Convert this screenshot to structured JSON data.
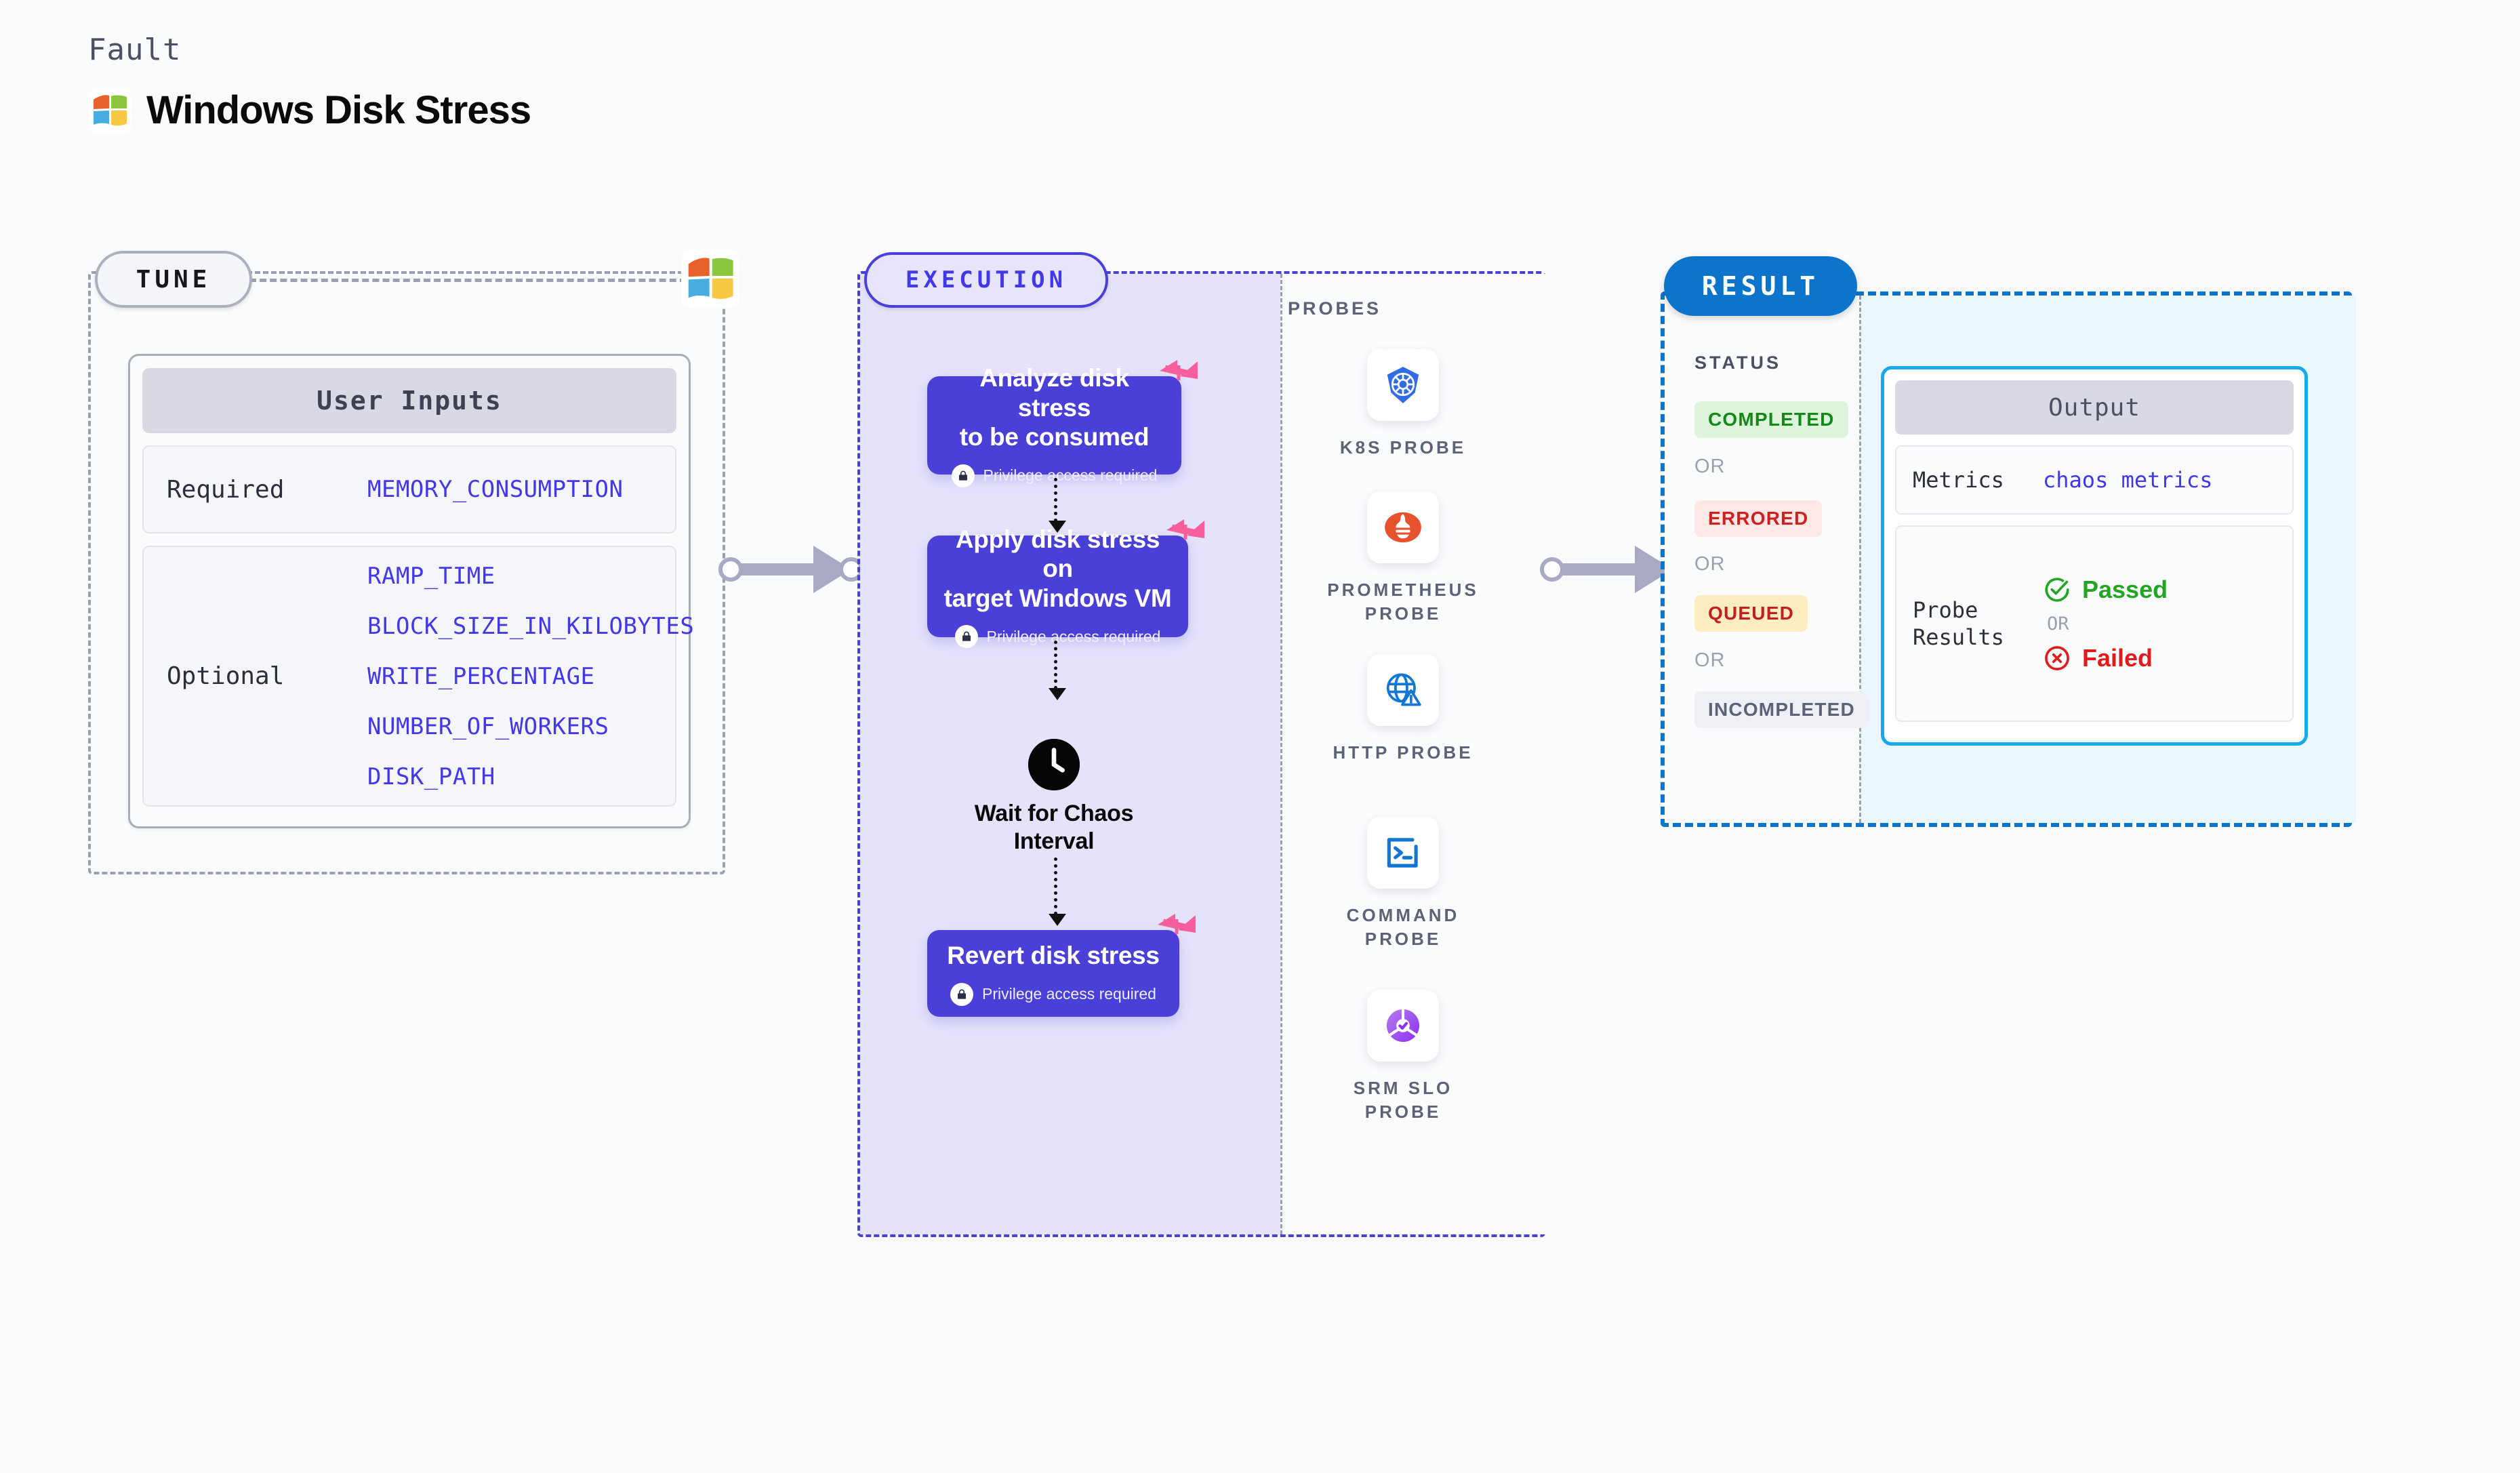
{
  "header": {
    "kicker": "Fault",
    "title": "Windows Disk Stress",
    "logo_icon": "windows-logo-icon"
  },
  "tune": {
    "badge": "TUNE",
    "logo_icon": "windows-logo-icon",
    "card_title": "User Inputs",
    "groups": [
      {
        "label": "Required",
        "params": [
          "MEMORY_CONSUMPTION"
        ]
      },
      {
        "label": "Optional",
        "params": [
          "RAMP_TIME",
          "BLOCK_SIZE_IN_KILOBYTES",
          "WRITE_PERCENTAGE",
          "NUMBER_OF_WORKERS",
          "DISK_PATH"
        ]
      }
    ]
  },
  "execution": {
    "badge": "EXECUTION",
    "privilege_note": "Privilege access required",
    "steps": [
      {
        "title_line1": "Analyze disk stress",
        "title_line2": "to be consumed",
        "privileged": true
      },
      {
        "title_line1": "Apply disk stress on",
        "title_line2": "target Windows VM",
        "privileged": true
      },
      {
        "title_line1": "Revert disk stress",
        "title_line2": "",
        "privileged": true
      }
    ],
    "wait": {
      "icon": "clock-icon",
      "line1": "Wait for Chaos",
      "line2": "Interval"
    },
    "probes_title": "PROBES",
    "probes": [
      {
        "icon": "kubernetes-icon",
        "line1": "K8S PROBE",
        "line2": ""
      },
      {
        "icon": "prometheus-icon",
        "line1": "PROMETHEUS",
        "line2": "PROBE"
      },
      {
        "icon": "http-globe-icon",
        "line1": "HTTP PROBE",
        "line2": ""
      },
      {
        "icon": "command-terminal-icon",
        "line1": "COMMAND",
        "line2": "PROBE"
      },
      {
        "icon": "srm-slo-icon",
        "line1": "SRM SLO",
        "line2": "PROBE"
      }
    ]
  },
  "result": {
    "badge": "RESULT",
    "status_title": "STATUS",
    "or": "OR",
    "statuses": [
      {
        "label": "COMPLETED",
        "bg": "#dff4dd",
        "fg": "#138a17"
      },
      {
        "label": "ERRORED",
        "bg": "#fde8e6",
        "fg": "#cf1f1f"
      },
      {
        "label": "QUEUED",
        "bg": "#fdeec2",
        "fg": "#c22020"
      },
      {
        "label": "INCOMPLETED",
        "bg": "#eff0f5",
        "fg": "#5d6377"
      }
    ],
    "output": {
      "title": "Output",
      "metrics_label": "Metrics",
      "metrics_value": "chaos metrics",
      "probe_results_label_line1": "Probe",
      "probe_results_label_line2": "Results",
      "passed": {
        "label": "Passed",
        "icon": "check-circle-icon",
        "color": "#22a522"
      },
      "or": "OR",
      "failed": {
        "label": "Failed",
        "icon": "x-circle-icon",
        "color": "#e01b1b"
      }
    }
  },
  "colors": {
    "indigo": "#4a3fd6",
    "indigo_text": "#4338e8",
    "result_blue": "#0d74cb",
    "cyan": "#17a9e8",
    "pink": "#f75f9c",
    "grey_border": "#9aa0af"
  }
}
